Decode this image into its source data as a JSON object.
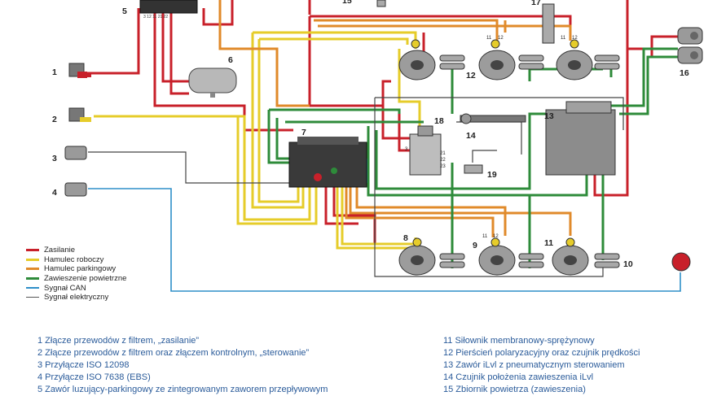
{
  "legend": [
    {
      "label": "Zasilanie",
      "color": "#c8202a"
    },
    {
      "label": "Hamulec roboczy",
      "color": "#e6cc2a"
    },
    {
      "label": "Hamulec parkingowy",
      "color": "#e08a2a"
    },
    {
      "label": "Zawieszenie powietrzne",
      "color": "#2e8b3a"
    },
    {
      "label": "Sygnał CAN",
      "color": "#2e8fc8"
    },
    {
      "label": "Sygnał elektryczny",
      "color": "#555555"
    }
  ],
  "numbers": [
    "1",
    "2",
    "3",
    "4",
    "5",
    "6",
    "7",
    "8",
    "9",
    "10",
    "11",
    "12",
    "13",
    "14",
    "15",
    "16",
    "17",
    "18",
    "19"
  ],
  "captions_left": [
    "1 Złącze przewodów z filtrem, „zasilanie”",
    "2 Złącze przewodów z filtrem oraz złączem kontrolnym, „sterowanie”",
    "3 Przyłącze ISO 12098",
    "4 Przyłącze ISO 7638 (EBS)",
    "5 Zawór luzujący-parkingowy ze zintegrowanym zaworem przepływowym"
  ],
  "captions_right": [
    "11 Siłownik membranowy-sprężynowy",
    "12 Pierścień polaryzacyjny oraz czujnik prędkości",
    "13 Zawór iLvl z pneumatycznym sterowaniem",
    "14 Czujnik położenia zawieszenia iLvl",
    "15 Zbiornik powietrza (zawieszenia)"
  ],
  "small_labels": {
    "b11a": "11",
    "b12a": "12",
    "b11b": "11",
    "b12b": "12",
    "b11c": "11",
    "b12c": "12",
    "p3": "3",
    "p21": "21",
    "p22": "22",
    "p23": "23",
    "v1": "1",
    "v2": "2",
    "v3": "3",
    "v21": "21",
    "v22": "22",
    "v23": "23",
    "v24": "24"
  }
}
